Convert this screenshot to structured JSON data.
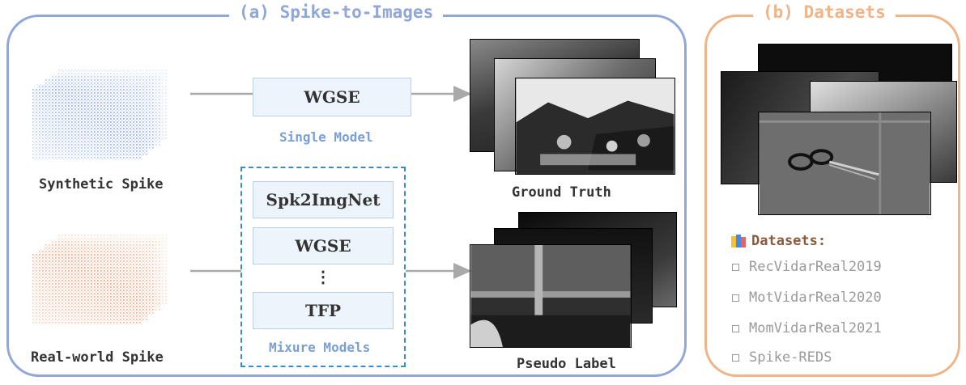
{
  "panel_a": {
    "title": "(a) Spike-to-Images",
    "synthetic_caption": "Synthetic Spike",
    "real_caption": "Real-world Spike",
    "single_model_name": "WGSE",
    "single_model_label": "Single Model",
    "mixture_models": [
      "Spk2ImgNet",
      "WGSE",
      "⋮",
      "TFP"
    ],
    "mixture_label": "Mixure Models",
    "gt_caption": "Ground Truth",
    "pseudo_caption": "Pseudo Label"
  },
  "panel_b": {
    "title": "(b) Datasets",
    "legend_title": "Datasets:",
    "items": [
      "RecVidarReal2019",
      "MotVidarReal2020",
      "MomVidarReal2021",
      "Spike-REDS"
    ]
  },
  "colors": {
    "panel_a_border": "#8fa7d9",
    "panel_b_border": "#f0b487",
    "synthetic_spike": "#8fa8e0",
    "real_spike": "#e9a584",
    "model_box_fill": "#edf4fb",
    "dashed_border": "#3a8dc4"
  }
}
